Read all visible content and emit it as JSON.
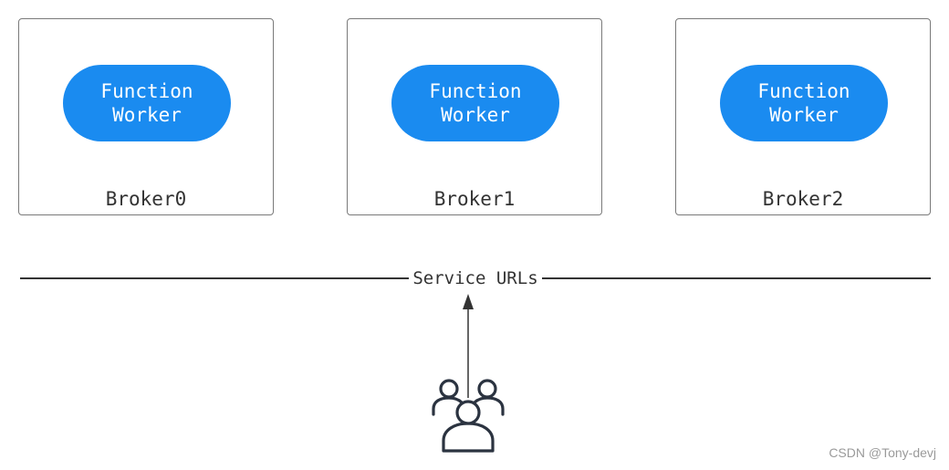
{
  "brokers": [
    {
      "worker_line1": "Function",
      "worker_line2": "Worker",
      "label": "Broker0"
    },
    {
      "worker_line1": "Function",
      "worker_line2": "Worker",
      "label": "Broker1"
    },
    {
      "worker_line1": "Function",
      "worker_line2": "Worker",
      "label": "Broker2"
    }
  ],
  "service": {
    "label": "Service URLs"
  },
  "users": {
    "icon": "users-icon"
  },
  "watermark": "CSDN @Tony-devj",
  "colors": {
    "worker_fill": "#1a8bf0",
    "worker_text": "#ffffff",
    "border": "#7a7a7a",
    "text": "#333333",
    "icon_stroke": "#2b3340"
  }
}
